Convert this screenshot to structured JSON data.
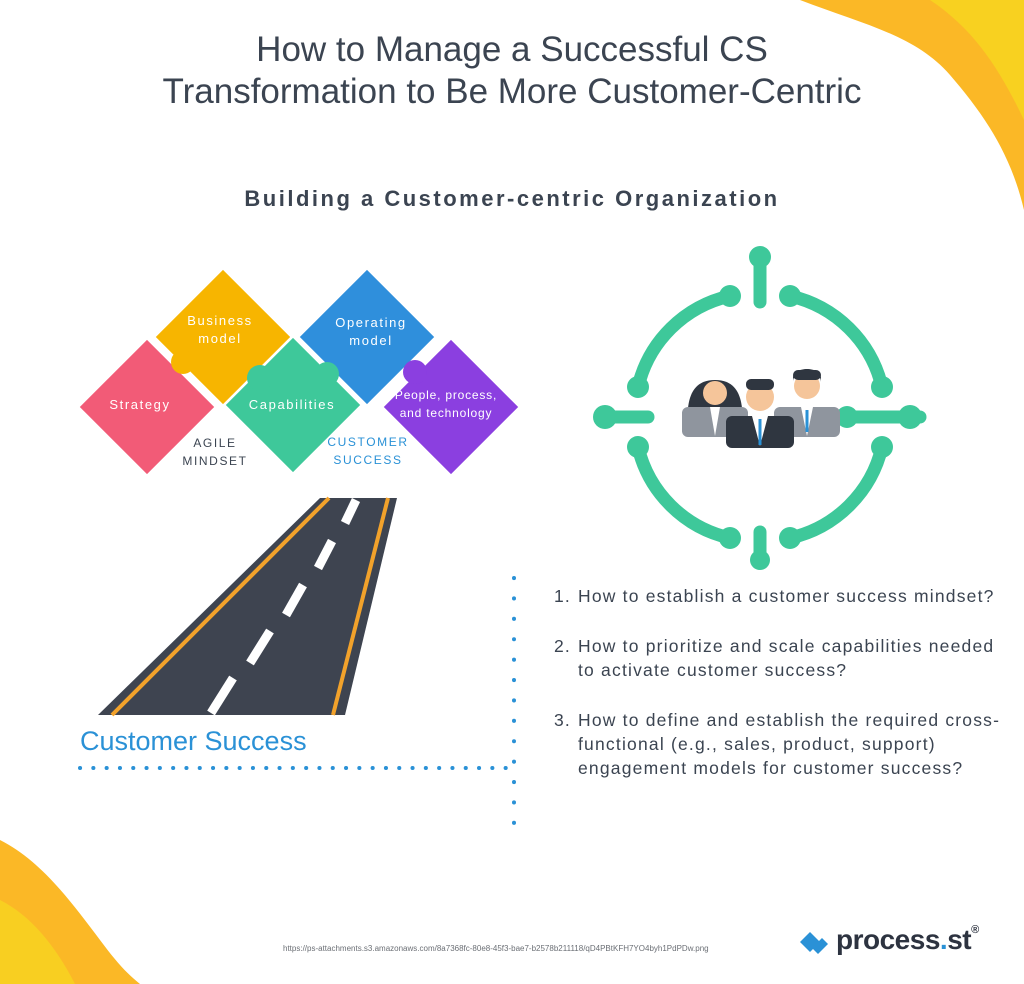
{
  "title": {
    "line1": "How to Manage a Successful CS",
    "line2": "Transformation to Be More Customer-Centric"
  },
  "subtitle": "Building a Customer-centric Organization",
  "puzzle": {
    "strategy": "Strategy",
    "business_model": [
      "Business",
      "model"
    ],
    "operating_model": [
      "Operating",
      "model"
    ],
    "capabilities": "Capabilities",
    "people": [
      "People, process,",
      "and technology"
    ],
    "agile_mindset": [
      "AGILE",
      "MINDSET"
    ],
    "customer_success": [
      "CUSTOMER",
      "SUCCESS"
    ]
  },
  "road_label": "Customer Success",
  "questions": [
    {
      "num": "1.",
      "text": "How to establish a customer success mindset?"
    },
    {
      "num": "2.",
      "text": "How to prioritize and scale capabilities needed to activate customer success?"
    },
    {
      "num": "3.",
      "text": "How to define and establish the required cross-functional (e.g., sales, product, support) engagement models for customer success?"
    }
  ],
  "footer": {
    "url": "https://ps-attachments.s3.amazonaws.com/8a7368fc-80e8-45f3-bae7-b2578b211118/qD4PBtKFH7YO4byh1PdPDw.png",
    "brand_main": "process",
    "brand_dot": ".",
    "brand_end": "st",
    "brand_reg": "®"
  },
  "colors": {
    "strategy": "#f25b77",
    "business_model": "#f7b500",
    "operating_model": "#2f8fdc",
    "capabilities": "#3ec89a",
    "people": "#8b3fe0",
    "target": "#3ec89a",
    "road": "#3e4450",
    "road_edge": "#f2a22b",
    "accent_blue": "#2a91d6",
    "corner_yellow": "#fbb826",
    "text": "#3b4451"
  }
}
